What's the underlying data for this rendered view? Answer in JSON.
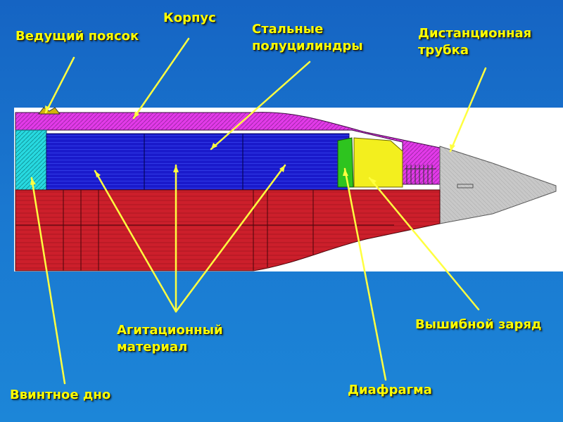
{
  "labels": {
    "leading_band": "Ведущий поясок",
    "body": "Корпус",
    "half_cylinders": "Стальные\nполуцилиндры",
    "time_fuse": "Дистанционная\nтрубка",
    "agitation_material": "Агитационный\nматериал",
    "expelling_charge": "Вышибной заряд",
    "screw_base": "Ввинтное дно",
    "diaphragm": "Диафрагма"
  },
  "colors": {
    "label_text": "#ffff00",
    "leader_line": "#ffff40",
    "body_casing": "#e23ae8",
    "half_cylinders": "#1a1acb",
    "agitation_material_fill": "#cc1f2b",
    "screw_base": "#27d9e0",
    "diaphragm": "#2ec41f",
    "expelling_charge": "#f3ef1e",
    "time_fuse": "#c8c8c8",
    "background_top": "#1564c3",
    "background_bottom": "#1c86d8"
  }
}
